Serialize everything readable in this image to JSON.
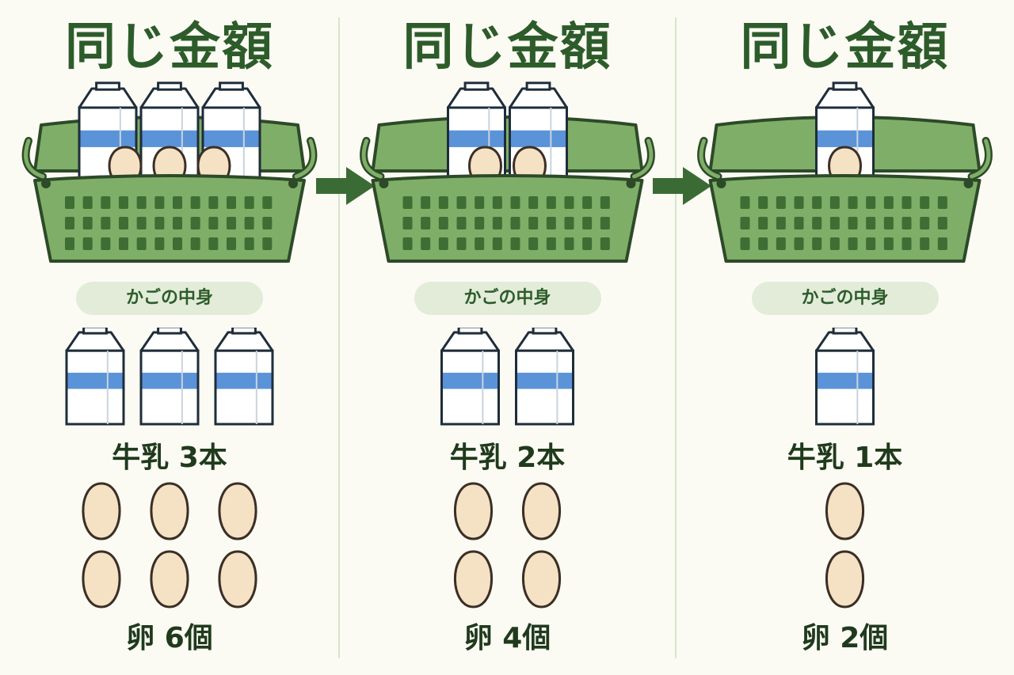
{
  "colors": {
    "background": "#fbfbf4",
    "title": "#2d5c2a",
    "basket_fill": "#7fae68",
    "basket_dark": "#3e6e34",
    "pill_bg": "#e2ecd9",
    "milk_blue": "#5b93d8",
    "egg_fill": "#f5e1c4",
    "arrow": "#3b6b35"
  },
  "icons": [
    "basket-icon",
    "milk-carton-icon",
    "egg-icon",
    "arrow-right-icon"
  ],
  "panels": [
    {
      "title": "同じ金額",
      "contents_label": "かごの中身",
      "milk_label": "牛乳 3本",
      "milk_count": 3,
      "egg_label": "卵 6個",
      "egg_count": 6
    },
    {
      "title": "同じ金額",
      "contents_label": "かごの中身",
      "milk_label": "牛乳 2本",
      "milk_count": 2,
      "egg_label": "卵 4個",
      "egg_count": 4
    },
    {
      "title": "同じ金額",
      "contents_label": "かごの中身",
      "milk_label": "牛乳 1本",
      "milk_count": 1,
      "egg_label": "卵 2個",
      "egg_count": 2
    }
  ]
}
